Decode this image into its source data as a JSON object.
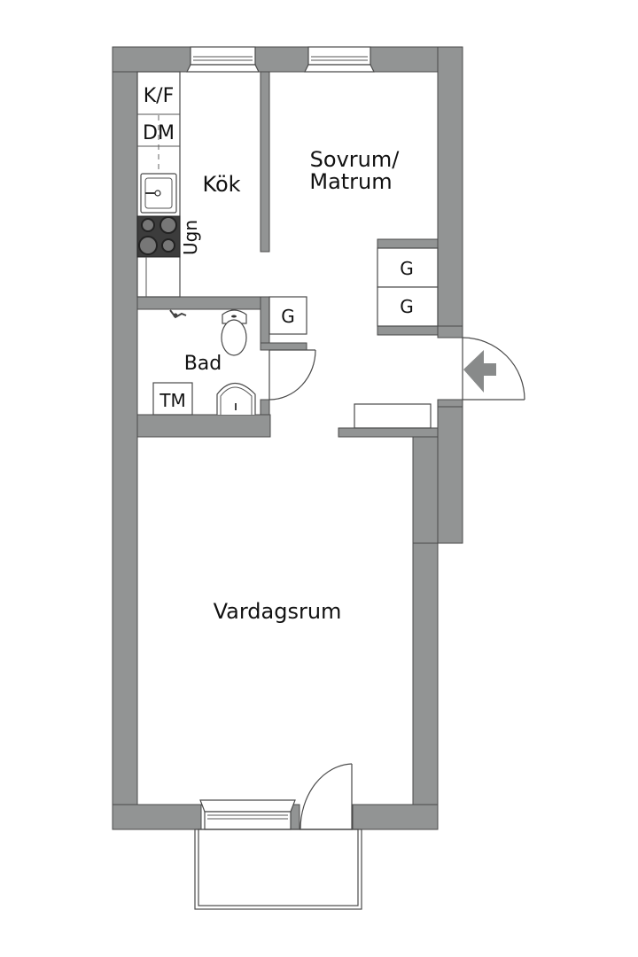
{
  "floorplan": {
    "rooms": {
      "kitchen": "Kök",
      "bedroom_line1": "Sovrum/",
      "bedroom_line2": "Matrum",
      "bathroom": "Bad",
      "living_room": "Vardagsrum"
    },
    "fixtures": {
      "fridge_freezer": "K/F",
      "dishwasher": "DM",
      "oven": "Ugn",
      "washing_machine": "TM",
      "wardrobe_bath": "G",
      "wardrobe_hall_1": "G",
      "wardrobe_hall_2": "G"
    },
    "colors": {
      "wall": "#929494",
      "outline": "#4a4a4a",
      "floor": "#ffffff",
      "stove": "#3c3c3c"
    },
    "icons": {
      "entrance": "entrance-arrow-icon"
    }
  }
}
